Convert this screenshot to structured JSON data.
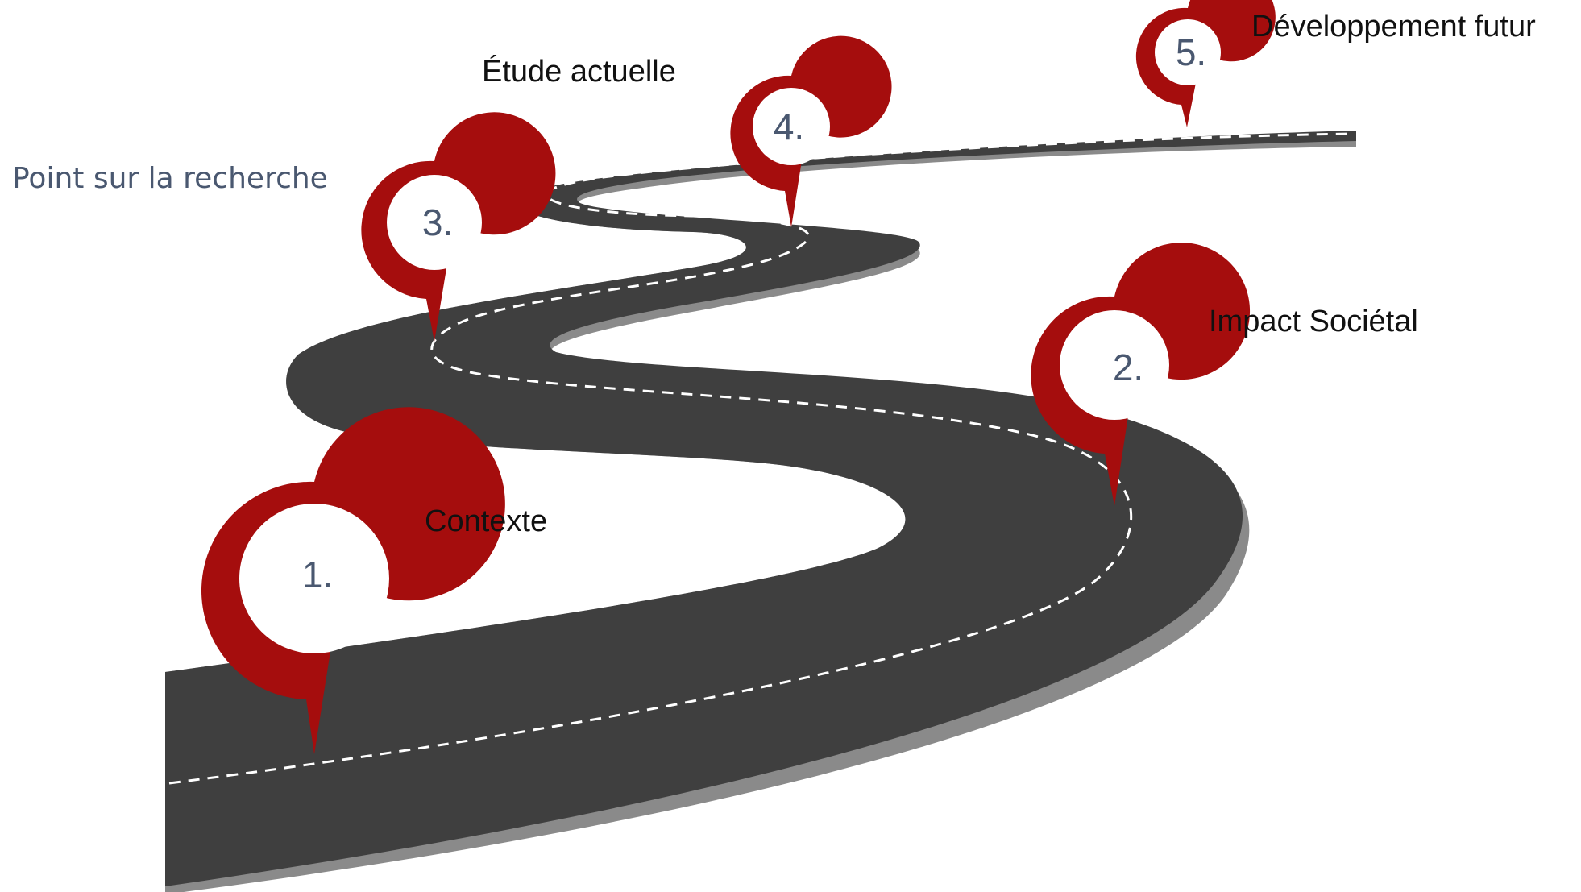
{
  "stages": [
    {
      "number": "1.",
      "label": "Contexte"
    },
    {
      "number": "2.",
      "label": "Impact Sociétal"
    },
    {
      "number": "3.",
      "label": "Point sur la recherche"
    },
    {
      "number": "4.",
      "label": "Étude actuelle"
    },
    {
      "number": "5.",
      "label": "Développement futur"
    }
  ],
  "colors": {
    "road": "#3f3f3f",
    "road_shadow": "#8a8a8a",
    "lane_marking": "#ffffff",
    "pin": "#a50d0d",
    "pin_inner": "#ffffff",
    "number_text": "#4a5870",
    "label_text": "#111111",
    "label_muted": "#4a5870"
  }
}
